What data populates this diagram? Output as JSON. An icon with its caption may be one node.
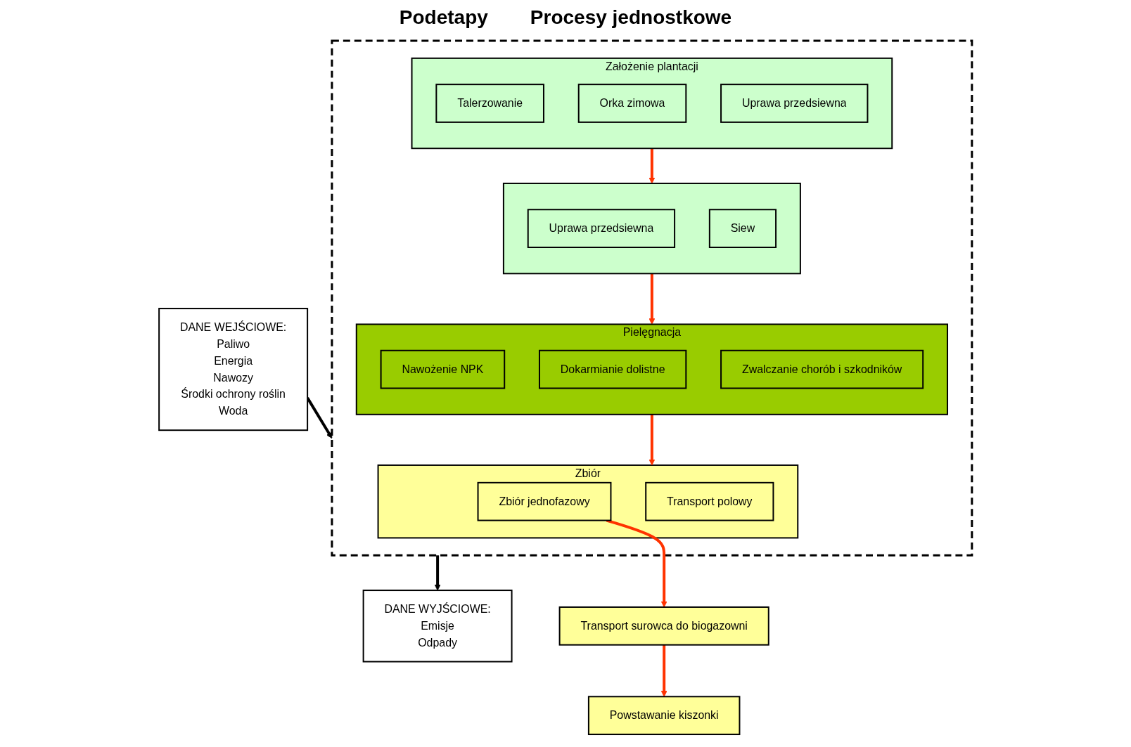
{
  "diagram": {
    "nodes": [
      {
        "text": [
          "DANE WEJŚCIOWE:",
          "Paliwo",
          "Energia",
          "Nawozy",
          "Środki ochrony roślin",
          "Woda"
        ]
      },
      {
        "text": [],
        "shape": "box"
      },
      {
        "text": [
          "Założenie plantacji"
        ],
        "in": 1
      },
      {
        "text": [
          "Talerzowanie"
        ],
        "in": 2
      },
      {
        "text": [
          "Orka zimowa"
        ],
        "in": 2
      },
      {
        "text": [
          "Uprawa przedsiewna"
        ],
        "in": 2
      },
      {
        "text": [],
        "shape": "box",
        "in": 1
      },
      {
        "text": [
          "Uprawa przedsiewna"
        ],
        "in": 6
      },
      {
        "text": [
          "Siew"
        ],
        "in": 6
      },
      {
        "text": [
          "Pielęgnacja"
        ],
        "in": 1
      },
      {
        "text": [
          "Nawożenie NPK"
        ],
        "in": 9
      },
      {
        "text": [
          "Dokarmianie dolistne"
        ],
        "in": 9
      },
      {
        "text": [
          "Zwalczanie chorób i szkodników"
        ],
        "in": 9
      },
      {
        "text": [
          "Zbiór"
        ],
        "in": 1
      },
      {
        "text": [
          "Zbiór jednofazowy"
        ],
        "in": 13
      },
      {
        "text": [
          "Transport polowy"
        ],
        "in": 13
      },
      {
        "text": [
          "DANE WYJŚCIOWE:",
          "Emisje",
          "Odpady"
        ]
      },
      {
        "text": [
          "Transport surowca do biogazowni"
        ]
      },
      {
        "text": [
          "Powstawanie kiszonki"
        ]
      }
    ],
    "edges": [
      {
        "from": 0,
        "to": 1,
        "arrow": "to",
        "color": "#000000"
      },
      {
        "from": 1,
        "to": 16,
        "arrow": "to",
        "color": "#000000"
      },
      {
        "from": 2,
        "to": 6,
        "arrow": "to"
      },
      {
        "from": 6,
        "to": 9,
        "arrow": "to"
      },
      {
        "from": 9,
        "to": 13,
        "arrow": "to"
      },
      {
        "from": 14,
        "to": 17,
        "arrow": "to"
      },
      {
        "from": 17,
        "to": 18,
        "arrow": "to"
      }
    ],
    "labels": [
      "Podetapy",
      "Procesy jednostkowe"
    ]
  }
}
